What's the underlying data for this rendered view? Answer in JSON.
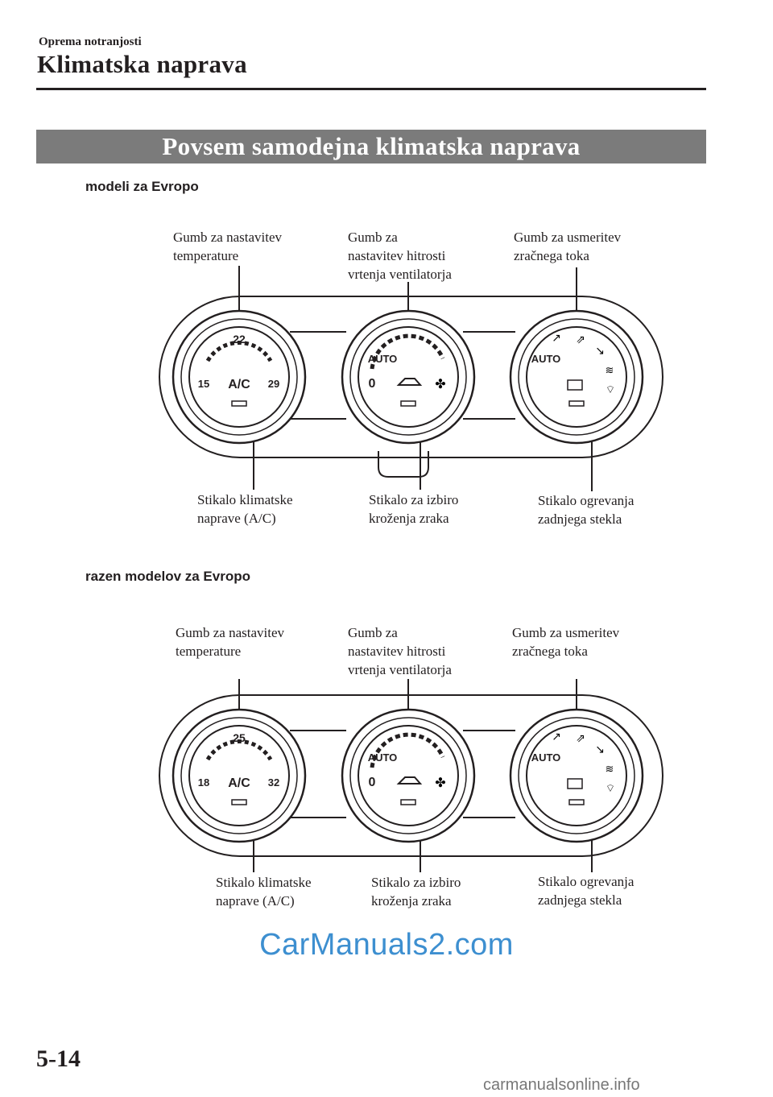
{
  "header": {
    "section": "Oprema notranjosti",
    "chapter": "Klimatska naprava"
  },
  "banner": "Povsem samodejna klimatska naprava",
  "variants": [
    {
      "title": "modeli za Evropo",
      "labels": {
        "temp_knob": "Gumb za nastavitev\ntemperature",
        "fan_knob": "Gumb za\nnastavitev hitrosti\nvrtenja ventilatorja",
        "airflow_knob": "Gumb za usmeritev\nzračnega toka",
        "ac_switch": "Stikalo klimatske\nnaprave (A/C)",
        "recirc_switch": "Stikalo za izbiro\nkroženja zraka",
        "rear_defrost": "Stikalo ogrevanja\nzadnjega stekla"
      },
      "dial": {
        "temp_min": "15",
        "temp_mid": "22",
        "temp_max": "29",
        "ac": "A/C",
        "auto_fan": "AUTO",
        "zero": "0",
        "auto_mode": "AUTO"
      }
    },
    {
      "title": "razen modelov za Evropo",
      "labels": {
        "temp_knob": "Gumb za nastavitev\ntemperature",
        "fan_knob": "Gumb za\nnastavitev hitrosti\nvrtenja ventilatorja",
        "airflow_knob": "Gumb za usmeritev\nzračnega toka",
        "ac_switch": "Stikalo klimatske\nnaprave (A/C)",
        "recirc_switch": "Stikalo za izbiro\nkroženja zraka",
        "rear_defrost": "Stikalo ogrevanja\nzadnjega stekla"
      },
      "dial": {
        "temp_min": "18",
        "temp_mid": "25",
        "temp_max": "32",
        "ac": "A/C",
        "auto_fan": "AUTO",
        "zero": "0",
        "auto_mode": "AUTO"
      }
    }
  ],
  "page_number": "5-14",
  "watermark": "CarManuals2.com",
  "footer_watermark": "carmanualsonline.info"
}
